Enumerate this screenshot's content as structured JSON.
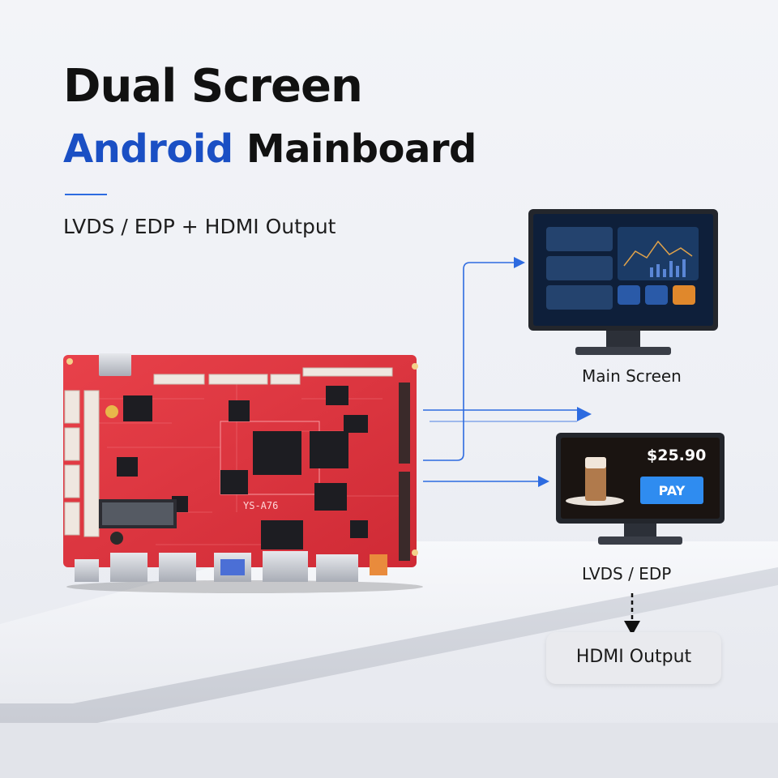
{
  "heading": {
    "line1": "Dual Screen",
    "line2_accent": "Android",
    "line2_rest": " Mainboard"
  },
  "subtitle": "LVDS / EDP + HDMI Output",
  "board": {
    "model": "YS-A76"
  },
  "main_screen": {
    "label": "Main Screen"
  },
  "secondary_screen": {
    "label": "LVDS / EDP",
    "price": "$25.90",
    "button": "PAY"
  },
  "hdmi": {
    "label": "HDMI Output"
  },
  "colors": {
    "accent_blue": "#1a4fc4",
    "arrow_blue": "#2d6be0",
    "board_red": "#e0313c",
    "pay_button": "#2f8cf0"
  }
}
